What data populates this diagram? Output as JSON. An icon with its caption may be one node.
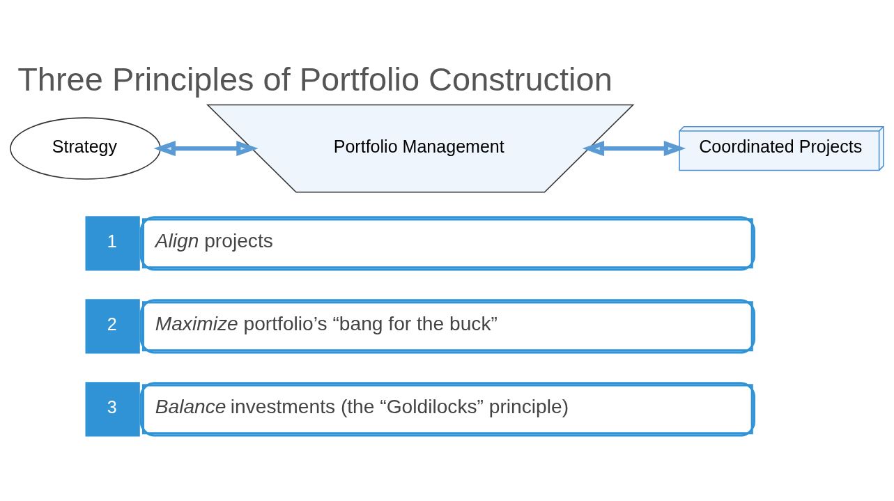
{
  "diagram": {
    "title": "Three Principles of Portfolio Construction",
    "nodes": [
      {
        "text": [
          "Strategy"
        ]
      },
      {
        "text": [
          "Portfolio Management"
        ]
      },
      {
        "text": [
          "Coordinated Projects"
        ]
      },
      {
        "text": [
          "1",
          "*Align* projects"
        ]
      },
      {
        "text": [
          "2",
          "*Maximize* portfolio’s “bang for the buck”"
        ]
      },
      {
        "text": [
          "3",
          "*Balance* investments (the “Goldilocks” principle)"
        ]
      }
    ],
    "edges": [
      {
        "from": 0,
        "to": 1,
        "arrow": "both"
      },
      {
        "from": 1,
        "to": 2,
        "arrow": "both"
      }
    ]
  }
}
